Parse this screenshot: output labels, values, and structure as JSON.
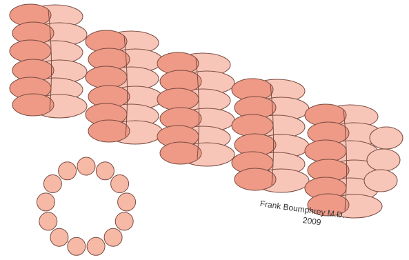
{
  "diagram": {
    "subject": "microtubule",
    "colors": {
      "alpha_tubulin": "#ee9a86",
      "beta_tubulin": "#f7c6b8",
      "ring_subunit": "#f6b9a6",
      "outline": "#7a4a40"
    },
    "cross_section_subunits": 13
  },
  "credit": {
    "author": "Frank Boumphrey M.D.",
    "year": "2009"
  }
}
